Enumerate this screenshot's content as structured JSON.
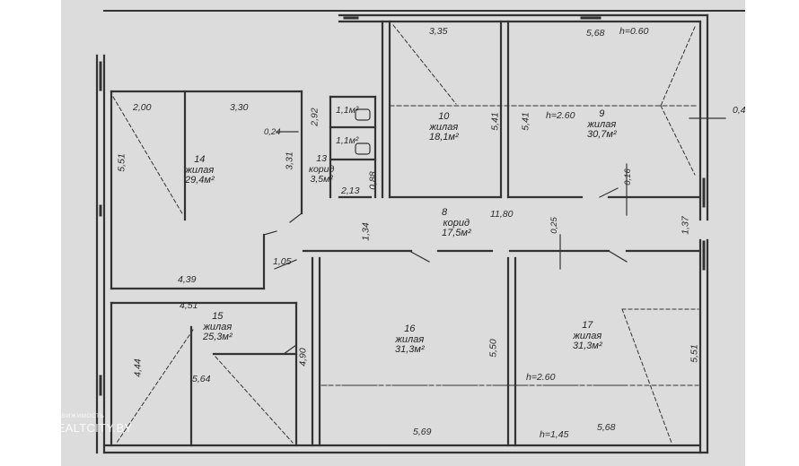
{
  "rooms": [
    {
      "num": "14",
      "type": "жилая",
      "area": "29,4м²"
    },
    {
      "num": "13",
      "type": "корид",
      "area": "3,5м²"
    },
    {
      "num": "10",
      "type": "жилая",
      "area": "18,1м²"
    },
    {
      "num": "9",
      "type": "жилая",
      "area": "30,7м²"
    },
    {
      "num": "8",
      "type": "корид",
      "area": "17,5м²"
    },
    {
      "num": "15",
      "type": "жилая",
      "area": "25,3м²"
    },
    {
      "num": "16",
      "type": "жилая",
      "area": "31,3м²"
    },
    {
      "num": "17",
      "type": "жилая",
      "area": "31,3м²"
    }
  ],
  "wc_areas": [
    "1,1м²",
    "1,1м²"
  ],
  "dims": {
    "d335": "3,35",
    "d568a": "5,68",
    "h060": "h=0.60",
    "d04": "0,4",
    "d200": "2,00",
    "d330": "3,30",
    "d292": "2,92",
    "d541a": "5,41",
    "d541b": "5,41",
    "h260a": "h=2.60",
    "d551a": "5,51",
    "d024": "0,24",
    "d331": "3,31",
    "d016": "0,16",
    "d213": "2,13",
    "d088": "0,88",
    "d1180": "11,80",
    "d134": "1,34",
    "d025": "0,25",
    "d137": "1,37",
    "d105": "1,05",
    "d439": "4,39",
    "d451": "4,51",
    "d490": "4,90",
    "d444": "4,44",
    "d564": "5,64",
    "d550": "5,50",
    "d551b": "5,51",
    "h260b": "h=2.60",
    "d569": "5,69",
    "h145": "h=1,45",
    "d568b": "5,68"
  },
  "watermark": {
    "small": "НЕДВИЖИМОСТЬ",
    "big": "REALTCITY.BY"
  }
}
